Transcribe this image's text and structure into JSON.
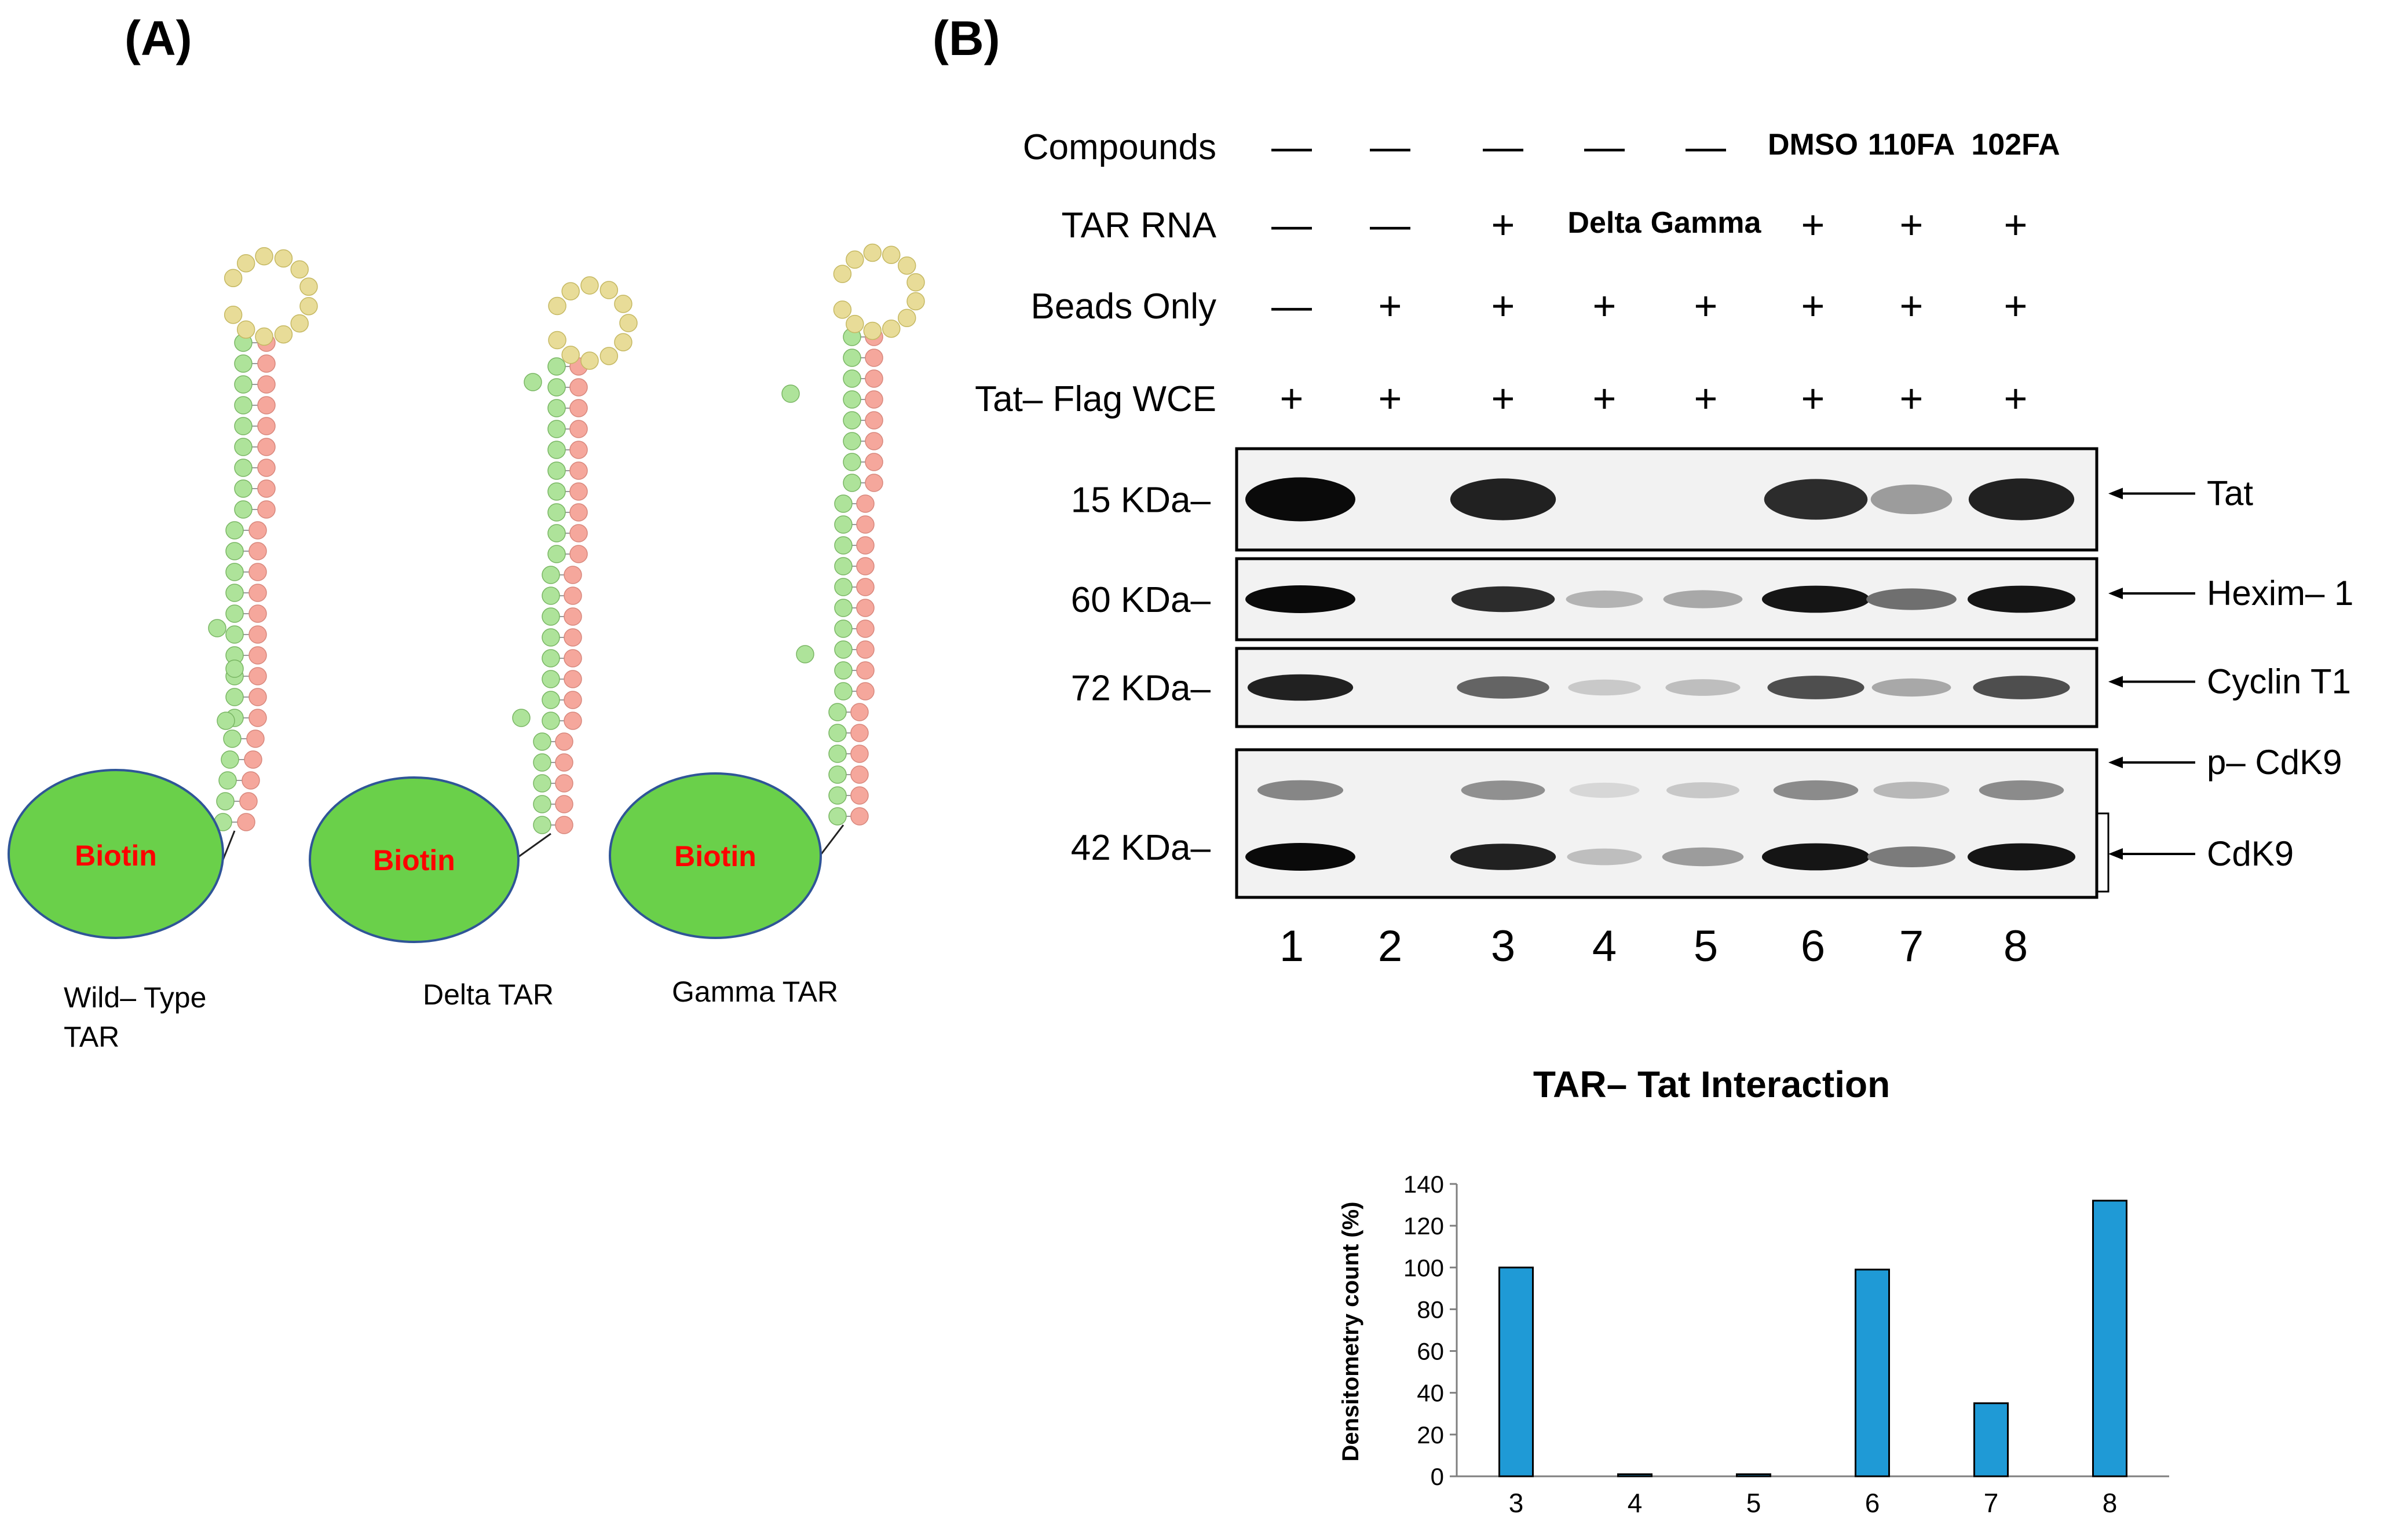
{
  "panel_a": {
    "label": "(A)",
    "colors": {
      "green": "#6ad04a",
      "green_node": "#aee39a",
      "salmon_node": "#f5a79c",
      "loop_node": "#e8dc98",
      "bead_stroke": "#2f5597",
      "biotin_text": "#ff0000"
    },
    "constructs": [
      {
        "bead_label": "Biotin",
        "caption_lines": [
          "Wild– Type",
          "TAR"
        ]
      },
      {
        "bead_label": "Biotin",
        "caption_lines": [
          "Delta TAR"
        ]
      },
      {
        "bead_label": "Biotin",
        "caption_lines": [
          "Gamma TAR"
        ]
      }
    ]
  },
  "panel_b": {
    "label": "(B)",
    "conditions": [
      {
        "name": "Compounds",
        "values": [
          "—",
          "—",
          "—",
          "—",
          "—",
          "DMSO",
          "110FA",
          "102FA"
        ]
      },
      {
        "name": "TAR RNA",
        "values": [
          "—",
          "—",
          "+",
          "Delta",
          "Gamma",
          "+",
          "+",
          "+"
        ]
      },
      {
        "name": "Beads Only",
        "values": [
          "—",
          "+",
          "+",
          "+",
          "+",
          "+",
          "+",
          "+"
        ]
      },
      {
        "name": "Tat– Flag WCE",
        "values": [
          "+",
          "+",
          "+",
          "+",
          "+",
          "+",
          "+",
          "+"
        ]
      }
    ],
    "blots": [
      {
        "mw": "15 KDa–",
        "proteins": [
          "Tat"
        ],
        "intensity": [
          1.0,
          0.0,
          0.9,
          0.0,
          0.0,
          0.85,
          0.35,
          0.9
        ]
      },
      {
        "mw": "60 KDa–",
        "proteins": [
          "Hexim– 1"
        ],
        "intensity": [
          1.0,
          0.0,
          0.85,
          0.25,
          0.3,
          0.95,
          0.55,
          0.95
        ]
      },
      {
        "mw": "72 KDa–",
        "proteins": [
          "Cyclin T1"
        ],
        "intensity": [
          0.9,
          0.0,
          0.6,
          0.15,
          0.2,
          0.7,
          0.3,
          0.7
        ]
      },
      {
        "mw": "42 KDa–",
        "proteins": [
          "p– CdK9",
          "CdK9"
        ],
        "intensity": [
          1.0,
          0.0,
          0.9,
          0.2,
          0.35,
          0.95,
          0.5,
          0.95
        ]
      }
    ],
    "lane_numbers": [
      "1",
      "2",
      "3",
      "4",
      "5",
      "6",
      "7",
      "8"
    ]
  },
  "chart_data": {
    "type": "bar",
    "title": "TAR– Tat Interaction",
    "ylabel": "Densitometry count (%)",
    "xlabel": "",
    "categories": [
      "3",
      "4",
      "5",
      "6",
      "7",
      "8"
    ],
    "values": [
      100,
      1,
      1,
      99,
      35,
      132
    ],
    "ylim": [
      0,
      140
    ],
    "yticks": [
      "0",
      "20",
      "40",
      "60",
      "80",
      "100",
      "120",
      "140"
    ],
    "bar_color": "#1f9ad6",
    "grid": false
  }
}
